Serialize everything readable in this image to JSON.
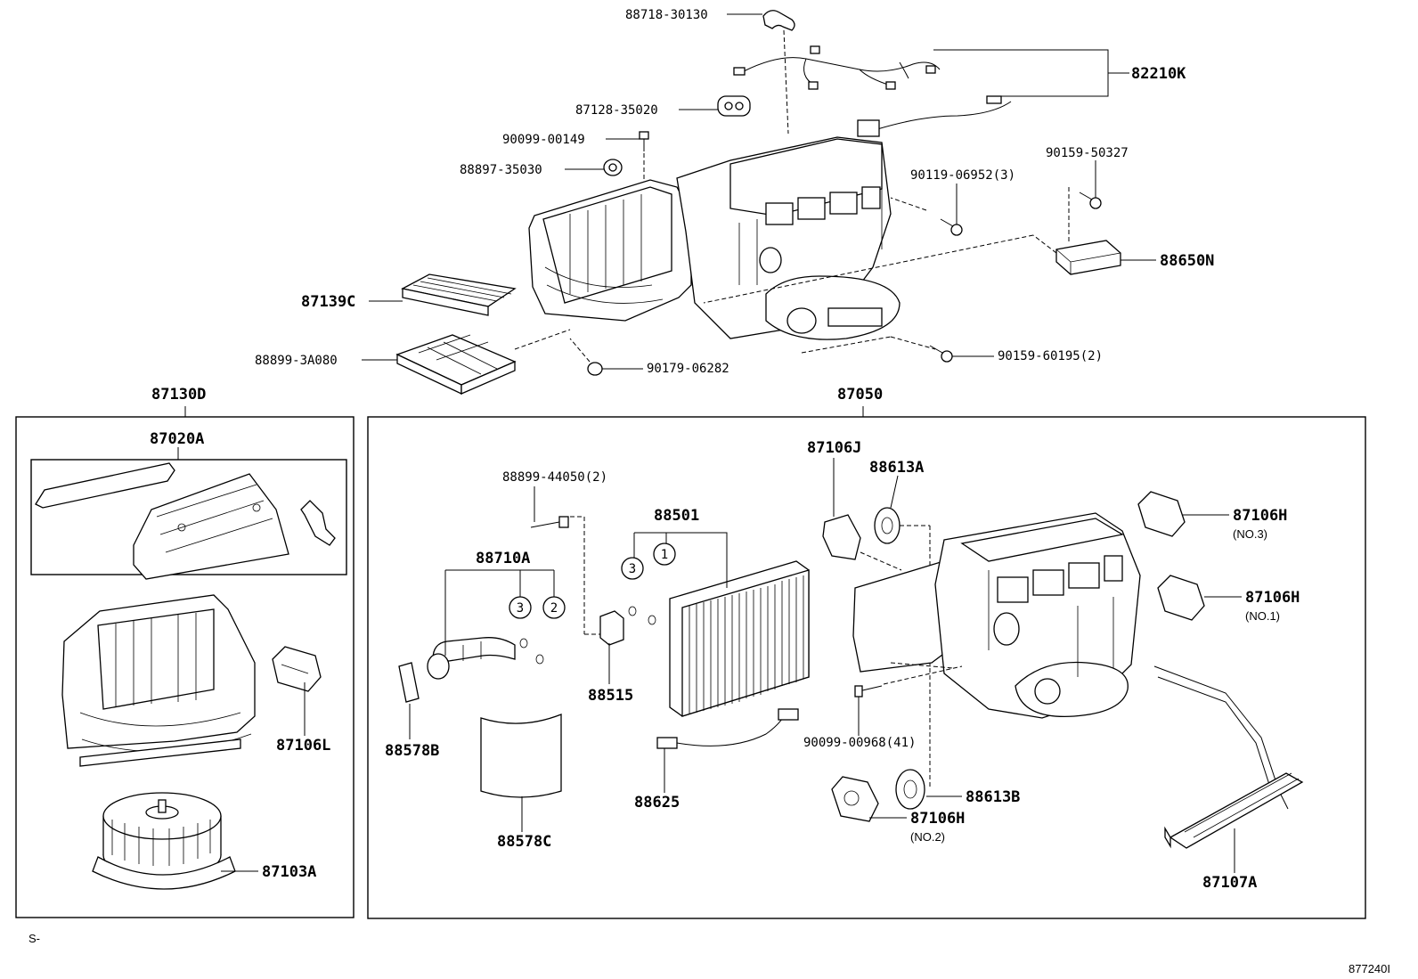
{
  "diagram": {
    "parts": {
      "p88718": "88718-30130",
      "p82210": "82210K",
      "p87128": "87128-35020",
      "p90099a": "90099-00149",
      "p88897": "88897-35030",
      "p90119": "90119-06952(3)",
      "p90159a": "90159-50327",
      "p88650": "88650N",
      "p87139": "87139C",
      "p88899a": "88899-3A080",
      "p90179": "90179-06282",
      "p90159b": "90159-60195(2)",
      "p87130": "87130D",
      "p87050": "87050",
      "p87020": "87020A",
      "p87106l": "87106L",
      "p87103": "87103A",
      "p88899b": "88899-44050(2)",
      "p88710": "88710A",
      "p88578b": "88578B",
      "p88515": "88515",
      "p88578c": "88578C",
      "p88501": "88501",
      "p88625": "88625",
      "p87106j": "87106J",
      "p88613a": "88613A",
      "p87106h3": "87106H",
      "p87106h1": "87106H",
      "p90099b": "90099-00968(41)",
      "p88613b": "88613B",
      "p87106h2": "87106H",
      "p87107": "87107A"
    },
    "notes": {
      "no3": "(NO.3)",
      "no1": "(NO.1)",
      "no2": "(NO.2)"
    },
    "callouts": {
      "c1": "1",
      "c2": "2",
      "c3a": "3",
      "c3b": "3"
    },
    "corner_left": "S-",
    "corner_right": "877240I"
  }
}
